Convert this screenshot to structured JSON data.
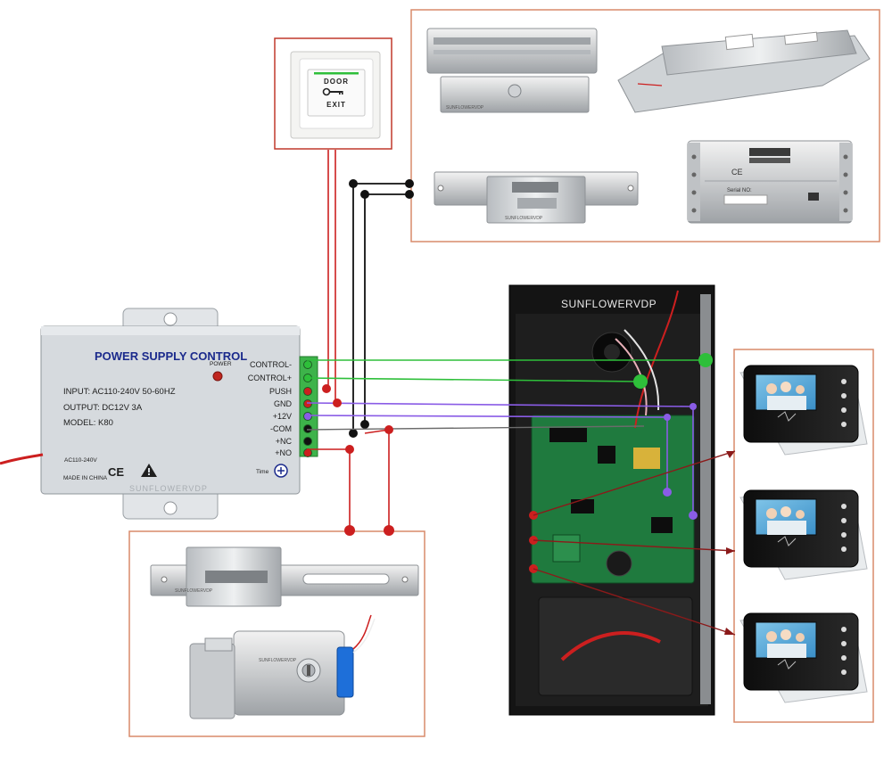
{
  "power_supply": {
    "title": "POWER SUPPLY CONTROL",
    "power_led_label": "POWER",
    "input_spec": "INPUT: AC110-240V 50-60HZ",
    "output_spec": "OUTPUT: DC12V 3A",
    "model": "MODEL: K80",
    "ac_label": "AC110-240V",
    "ce_mark": "CE",
    "made_in": "MADE IN CHINA",
    "time_label": "Time",
    "brand_faint": "SUNFLOWERVDP",
    "terminals": [
      "CONTROL-",
      "CONTROL+",
      "PUSH",
      "GND",
      "+12V",
      "-COM",
      "+NC",
      "+NO"
    ]
  },
  "exit_button": {
    "line1": "DOOR",
    "line2": "EXIT"
  },
  "door_station": {
    "brand": "SUNFLOWERVDP"
  },
  "locks": {
    "strike_brand": "SUNFLOWERVDP",
    "lock_brand": "SUNFLOWERVDP",
    "serial_label": "Serial NO:",
    "ce_mark": "CE"
  },
  "colors": {
    "frame_border": "#d98a6a",
    "exit_frame_border": "#c0392b",
    "wire_red": "#cc1f1f",
    "wire_dark_red": "#8b1a1a",
    "wire_black": "#111111",
    "wire_green": "#2ebf3a",
    "wire_purple": "#8a5ce6",
    "psu_body": "#d6dade",
    "terminal_green": "#3db34a"
  }
}
